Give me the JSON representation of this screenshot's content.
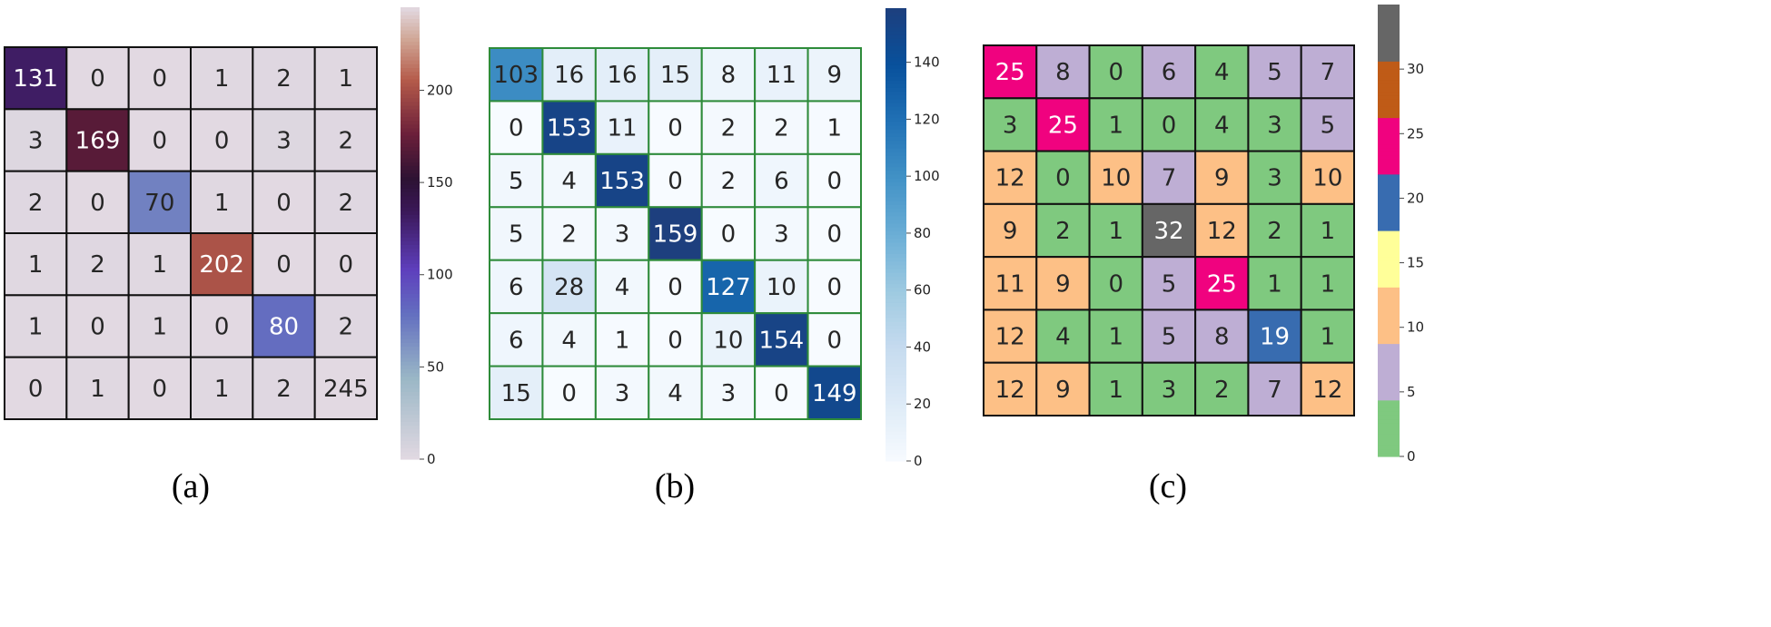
{
  "chart_data": [
    {
      "type": "heatmap",
      "caption": "(a)",
      "matrix": [
        [
          131,
          0,
          0,
          1,
          2,
          1
        ],
        [
          3,
          169,
          0,
          0,
          3,
          2
        ],
        [
          2,
          0,
          70,
          1,
          0,
          2
        ],
        [
          1,
          2,
          1,
          202,
          0,
          0
        ],
        [
          1,
          0,
          1,
          0,
          80,
          2
        ],
        [
          0,
          1,
          0,
          1,
          2,
          245
        ]
      ],
      "colormap": "twilight",
      "vmin": 0,
      "vmax": 245,
      "colorbar_ticks": [
        0,
        50,
        100,
        150,
        200
      ],
      "colorbar_tick_labels": [
        "0",
        "50",
        "100",
        "150",
        "200"
      ],
      "cell_border_color": "#111111"
    },
    {
      "type": "heatmap",
      "caption": "(b)",
      "matrix": [
        [
          103,
          16,
          16,
          15,
          8,
          11,
          9
        ],
        [
          0,
          153,
          11,
          0,
          2,
          2,
          1
        ],
        [
          5,
          4,
          153,
          0,
          2,
          6,
          0
        ],
        [
          5,
          2,
          3,
          159,
          0,
          3,
          0
        ],
        [
          6,
          28,
          4,
          0,
          127,
          10,
          0
        ],
        [
          6,
          4,
          1,
          0,
          10,
          154,
          0
        ],
        [
          15,
          0,
          3,
          4,
          3,
          0,
          149
        ]
      ],
      "colormap": "Blues",
      "vmin": 0,
      "vmax": 159,
      "colorbar_ticks": [
        0,
        20,
        40,
        60,
        80,
        100,
        120,
        140
      ],
      "colorbar_tick_labels": [
        "0",
        "20",
        "40",
        "60",
        "80",
        "100",
        "120",
        "140"
      ],
      "cell_border_color": "#2e8b3a"
    },
    {
      "type": "heatmap",
      "caption": "(c)",
      "matrix": [
        [
          25,
          8,
          0,
          6,
          4,
          5,
          7
        ],
        [
          3,
          25,
          1,
          0,
          4,
          3,
          5
        ],
        [
          12,
          0,
          10,
          7,
          9,
          3,
          10
        ],
        [
          9,
          2,
          1,
          32,
          12,
          2,
          1
        ],
        [
          11,
          9,
          0,
          5,
          25,
          1,
          1
        ],
        [
          12,
          4,
          1,
          5,
          8,
          19,
          1
        ],
        [
          12,
          9,
          1,
          3,
          2,
          7,
          12
        ]
      ],
      "colormap": "Accent",
      "vmin": 0,
      "vmax": 35,
      "colorbar_ticks": [
        0,
        5,
        10,
        15,
        20,
        25,
        30
      ],
      "colorbar_tick_labels": [
        "0",
        "5",
        "10",
        "15",
        "20",
        "25",
        "30"
      ],
      "colorbar_tick_labels_clipped": [
        "0",
        "5",
        "10",
        "15",
        "20",
        "25",
        "30"
      ],
      "colorbar_bands": [
        "#7fc97f",
        "#beaed4",
        "#fdc086",
        "#ffff99",
        "#386cb0",
        "#f0027f",
        "#bf5b17",
        "#666666"
      ],
      "cell_border_color": "#111111"
    }
  ]
}
